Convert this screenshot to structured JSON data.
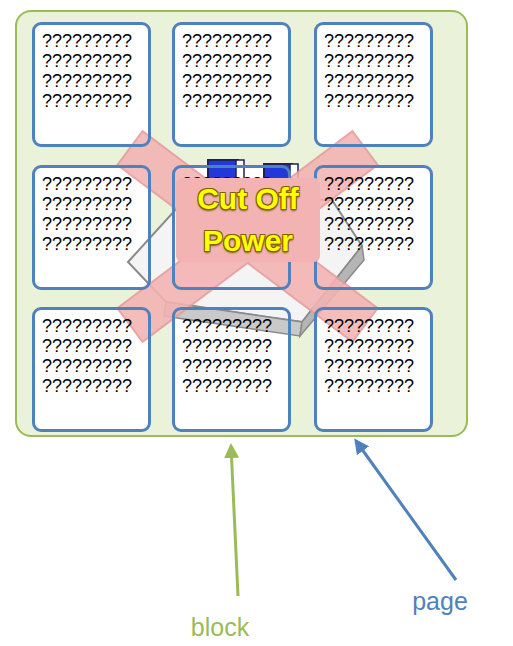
{
  "diagram": {
    "nodes": [
      {
        "text": []
      },
      {
        "text": [
          "????????? ????????? ????????? ?????????"
        ],
        "in": 0
      },
      {
        "text": [
          "????????? ????????? ????????? ?????????"
        ],
        "in": 0
      },
      {
        "text": [
          "????????? ????????? ????????? ?????????"
        ],
        "in": 0
      },
      {
        "text": [
          "????????? ????????? ????????? ?????????"
        ],
        "in": 0
      },
      {
        "text": [
          "????????? ????????? ????????? ?????????"
        ],
        "in": 0
      },
      {
        "text": [
          "????????? ????????? ????????? ?????????"
        ],
        "in": 0
      },
      {
        "text": [
          "????????? ????????? ????????? ?????????"
        ],
        "in": 0
      },
      {
        "text": [
          "????????? ????????? ????????? ?????????"
        ],
        "in": 0
      },
      {
        "text": [
          "????????? ????????? ????????? ?????????"
        ],
        "in": 0
      }
    ],
    "edges": [],
    "labels": [
      "Cut Off Power",
      "block",
      "page"
    ]
  }
}
